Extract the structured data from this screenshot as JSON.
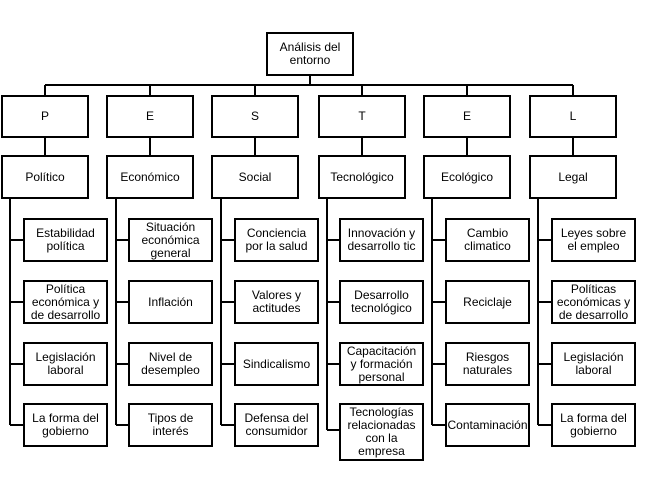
{
  "root": "Análisis del entorno",
  "columns": [
    {
      "letter": "P",
      "category": "Político",
      "items": [
        "Estabilidad política",
        "Política económica y de desarrollo",
        "Legislación laboral",
        "La forma del gobierno"
      ]
    },
    {
      "letter": "E",
      "category": "Económico",
      "items": [
        "Situación económica general",
        "Inflación",
        "Nivel de desempleo",
        "Tipos de interés"
      ]
    },
    {
      "letter": "S",
      "category": "Social",
      "items": [
        "Conciencia por la salud",
        "Valores y actitudes",
        "Sindicalismo",
        "Defensa del consumidor"
      ]
    },
    {
      "letter": "T",
      "category": "Tecnológico",
      "items": [
        "Innovación y desarrollo tic",
        "Desarrollo tecnológico",
        "Capacitación y formación personal",
        "Tecnologías relacionadas con la empresa"
      ]
    },
    {
      "letter": "E",
      "category": "Ecológico",
      "items": [
        "Cambio climatico",
        "Reciclaje",
        "Riesgos naturales",
        "Contaminación"
      ]
    },
    {
      "letter": "L",
      "category": "Legal",
      "items": [
        "Leyes sobre el empleo",
        "Políticas económicas y de desarrollo",
        "Legislación laboral",
        "La forma del gobierno"
      ]
    }
  ]
}
